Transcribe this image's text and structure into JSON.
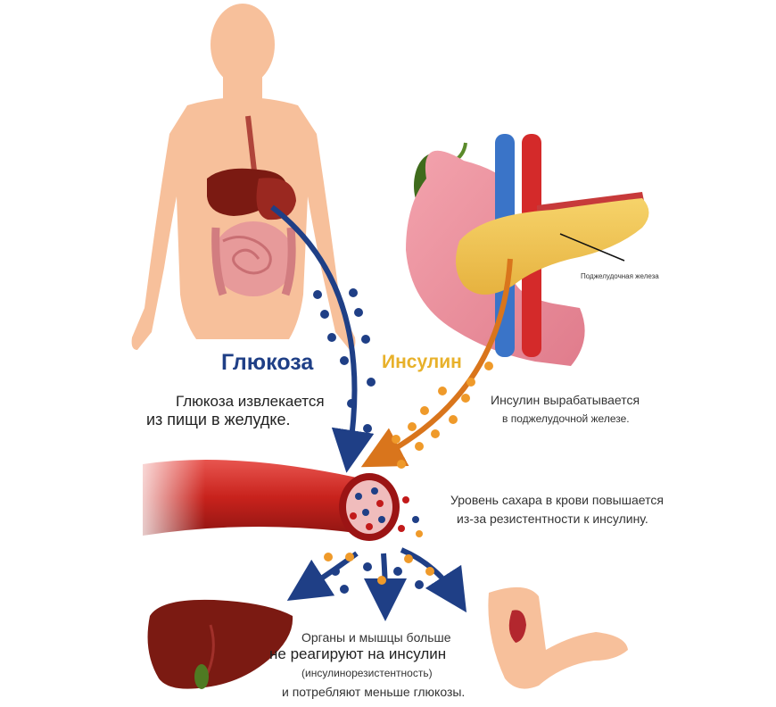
{
  "labels": {
    "glucose": "Глюкоза",
    "insulin": "Инсулин",
    "pancreas": "Поджелудочная железа"
  },
  "text": {
    "glucose_line1": "Глюкоза извлекается",
    "glucose_line2": "из пищи в желудке.",
    "insulin_line1": "Инсулин вырабатывается",
    "insulin_line2": "в поджелудочной железе.",
    "sugar_line1": "Уровень сахара в крови повышается",
    "sugar_line2": "из-за резистентности к инсулину.",
    "organs_line1": "Органы и мышцы больше",
    "organs_line2": "не реагируют на инсулин",
    "organs_line3": "(инсулинорезистентность)",
    "organs_line4": "и потребляют меньше глюкозы."
  },
  "colors": {
    "glucose": "#1f3f86",
    "insulin": "#e8b12a",
    "insulin_arrow": "#d9751c",
    "blood": "#c21a1a",
    "skin": "#f7c09b",
    "liver": "#7b1a12"
  },
  "icons": [
    "human-body-icon",
    "pancreas-icon",
    "blood-vessel-icon",
    "liver-icon",
    "arm-muscle-icon"
  ]
}
